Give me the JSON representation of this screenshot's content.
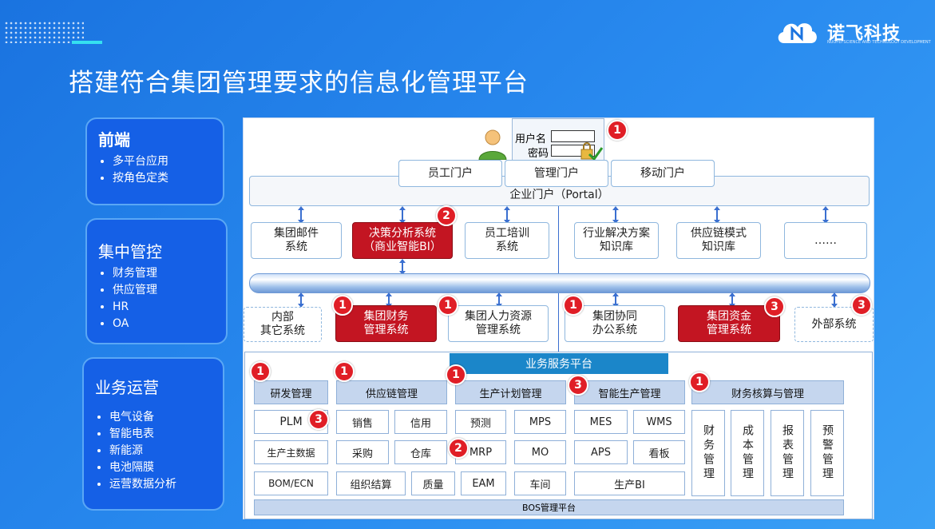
{
  "header": {
    "title": "搭建符合集团管理要求的信息化管理平台",
    "logo_text": "诺飞科技",
    "logo_sub": "NUOFEI SCIENCE AND TECHNOLOGY DEVELOPMENT"
  },
  "sidebar": {
    "frontend": {
      "title": "前端",
      "items": [
        "多平台应用",
        "按角色定类"
      ]
    },
    "control": {
      "title": "集中管控",
      "items": [
        "财务管理",
        "供应管理",
        "HR",
        "OA"
      ]
    },
    "operation": {
      "title": "业务运营",
      "items": [
        "电气设备",
        "智能电表",
        "新能源",
        "电池隔膜",
        "运营数据分析"
      ]
    }
  },
  "login": {
    "username_label": "用户名",
    "password_label": "密码"
  },
  "portals": {
    "employee": "员工门户",
    "management": "管理门户",
    "mobile": "移动门户",
    "enterprise": "企业门户（Portal）"
  },
  "row1": {
    "mail": "集团邮件系统",
    "bi": "决策分析系统（商业智能BI）",
    "training": "员工培训系统",
    "industry": "行业解决方案知识库",
    "supply_kb": "供应链模式知识库",
    "more": "……"
  },
  "row2": {
    "internal": "内部其它系统",
    "finance": "集团财务管理系统",
    "hr": "集团人力资源管理系统",
    "oa": "集团协同办公系统",
    "fund": "集团资金管理系统",
    "external": "外部系统"
  },
  "platform": {
    "service_title": "业务服务平台",
    "bos": "BOS管理平台",
    "modules": {
      "rd": {
        "title": "研发管理",
        "cells": [
          "PLM",
          "生产主数据",
          "BOM/ECN"
        ]
      },
      "scm": {
        "title": "供应链管理",
        "cells": [
          "销售",
          "信用",
          "采购",
          "仓库",
          "组织结算",
          "质量"
        ]
      },
      "plan": {
        "title": "生产计划管理",
        "cells": [
          "预测",
          "MPS",
          "MRP",
          "MO",
          "EAM",
          "车间"
        ]
      },
      "smart": {
        "title": "智能生产管理",
        "cells": [
          "MES",
          "WMS",
          "APS",
          "看板",
          "生产BI"
        ]
      },
      "acct": {
        "title": "财务核算与管理",
        "cells": [
          "财务管理",
          "成本管理",
          "报表管理",
          "预警管理"
        ]
      }
    }
  },
  "badges": {
    "one": "1",
    "two": "2",
    "three": "3"
  },
  "colors": {
    "background": "#1a73e0",
    "highlight_red": "#c31522",
    "badge_red": "#e01e26",
    "accent": "#35e0f0"
  }
}
